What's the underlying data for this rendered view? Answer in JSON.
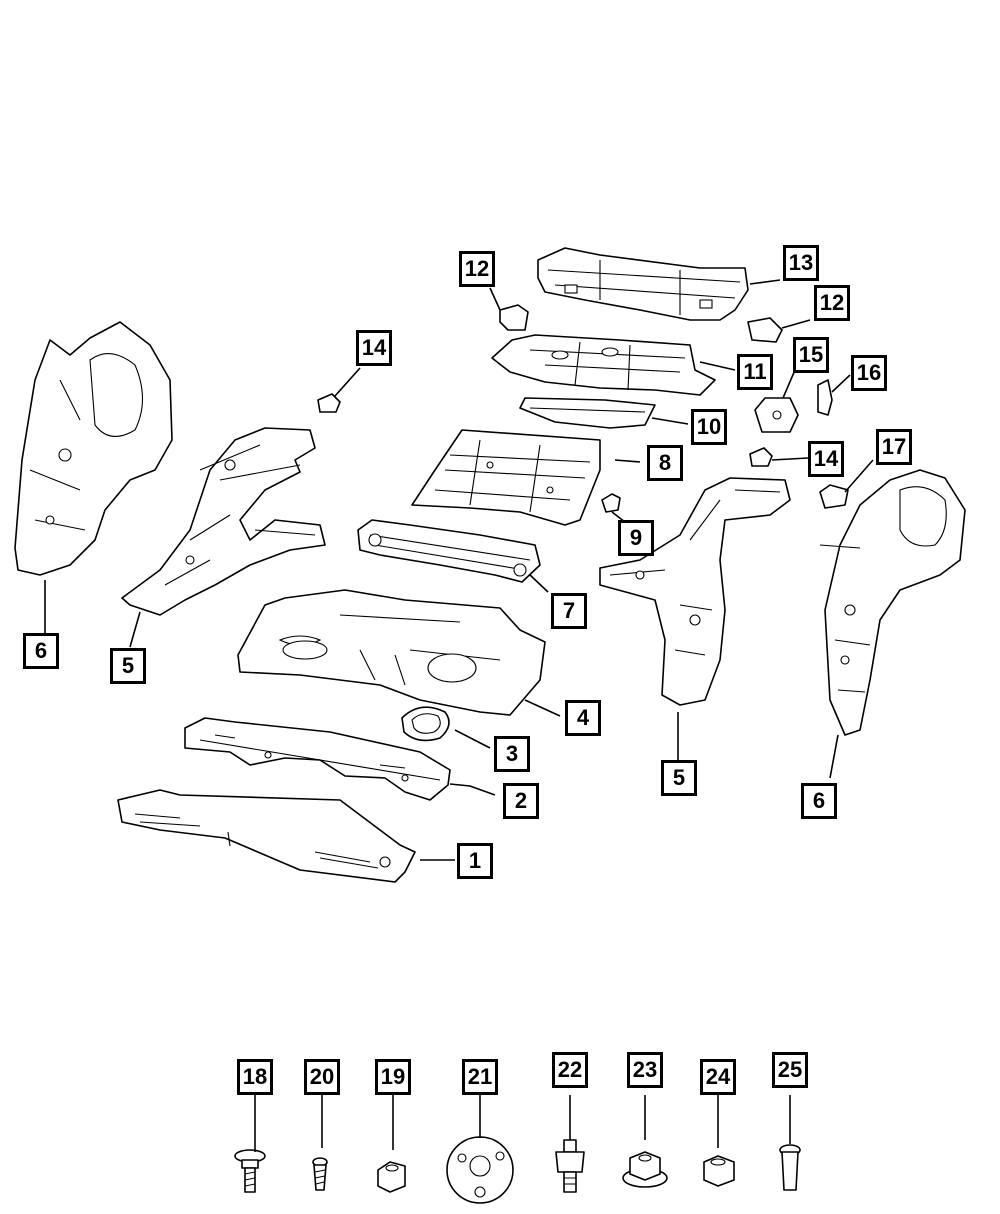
{
  "callouts": [
    {
      "id": "c1",
      "label": "1"
    },
    {
      "id": "c2",
      "label": "2"
    },
    {
      "id": "c3",
      "label": "3"
    },
    {
      "id": "c4",
      "label": "4"
    },
    {
      "id": "c5a",
      "label": "5"
    },
    {
      "id": "c5b",
      "label": "5"
    },
    {
      "id": "c6a",
      "label": "6"
    },
    {
      "id": "c6b",
      "label": "6"
    },
    {
      "id": "c7",
      "label": "7"
    },
    {
      "id": "c8",
      "label": "8"
    },
    {
      "id": "c9",
      "label": "9"
    },
    {
      "id": "c10",
      "label": "10"
    },
    {
      "id": "c11",
      "label": "11"
    },
    {
      "id": "c12a",
      "label": "12"
    },
    {
      "id": "c12b",
      "label": "12"
    },
    {
      "id": "c13",
      "label": "13"
    },
    {
      "id": "c14a",
      "label": "14"
    },
    {
      "id": "c14b",
      "label": "14"
    },
    {
      "id": "c15",
      "label": "15"
    },
    {
      "id": "c16",
      "label": "16"
    },
    {
      "id": "c17",
      "label": "17"
    },
    {
      "id": "c18",
      "label": "18"
    },
    {
      "id": "c20",
      "label": "20"
    },
    {
      "id": "c19",
      "label": "19"
    },
    {
      "id": "c21",
      "label": "21"
    },
    {
      "id": "c22",
      "label": "22"
    },
    {
      "id": "c23",
      "label": "23"
    },
    {
      "id": "c24",
      "label": "24"
    },
    {
      "id": "c25",
      "label": "25"
    }
  ]
}
